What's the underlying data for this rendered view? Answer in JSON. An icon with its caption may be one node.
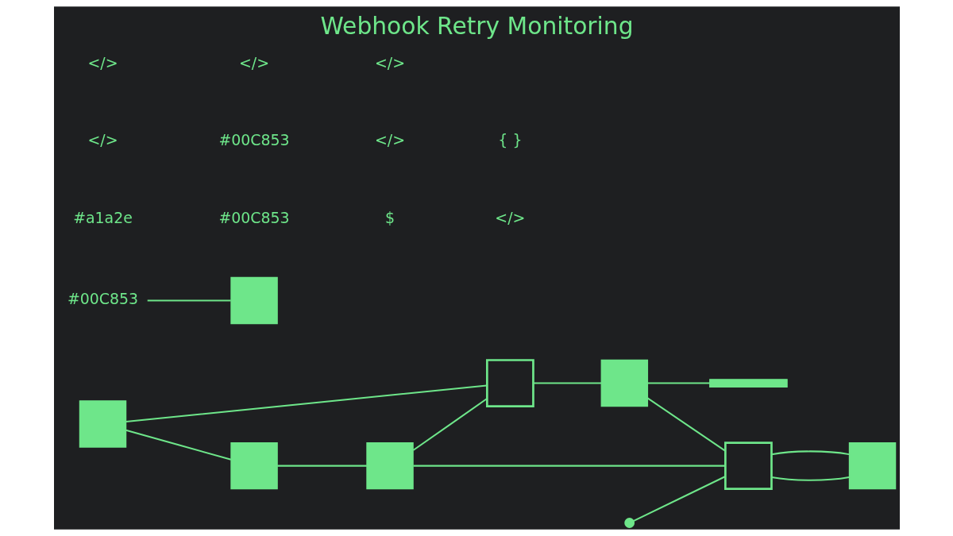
{
  "diagram": {
    "title": "Webhook Retry Monitoring",
    "nodes": [
      {
        "text": [],
        "shape": "box"
      },
      {
        "text": [],
        "shape": "box"
      },
      {
        "text": [],
        "shape": "box"
      },
      {
        "text": [],
        "shape": "box"
      },
      {
        "text": [],
        "shape": "box"
      },
      {
        "text": [],
        "shape": "box"
      },
      {
        "text": [],
        "shape": "bar"
      },
      {
        "text": [
          "#00C853"
        ]
      },
      {
        "text": [],
        "shape": "box"
      },
      {
        "text": [],
        "shape": "box"
      }
    ],
    "edges": [
      {
        "from": 0,
        "to": 2,
        "arrow": "none"
      },
      {
        "from": 0,
        "to": 1,
        "arrow": "none"
      },
      {
        "from": 1,
        "to": 3,
        "arrow": "none"
      },
      {
        "from": 3,
        "to": 2,
        "arrow": "none"
      },
      {
        "from": 3,
        "to": 4,
        "arrow": "none"
      },
      {
        "from": 2,
        "to": 5,
        "arrow": "none"
      },
      {
        "from": 5,
        "to": 4,
        "arrow": "none"
      },
      {
        "from": 5,
        "to": 6,
        "arrow": "none"
      },
      {
        "from": 7,
        "to": 8,
        "arrow": "none"
      },
      {
        "from": 4,
        "to": 9,
        "arrow": "none"
      },
      {
        "from": 4,
        "to": 9,
        "arrow": "none"
      },
      {
        "from": null,
        "to": 4,
        "arrow": "other"
      }
    ],
    "labels": [
      "#a1a2e",
      "#00C853",
      "$",
      "</>",
      "</>",
      "#00C853",
      "</>",
      "{ }",
      "</>",
      "</>",
      "</>"
    ]
  }
}
